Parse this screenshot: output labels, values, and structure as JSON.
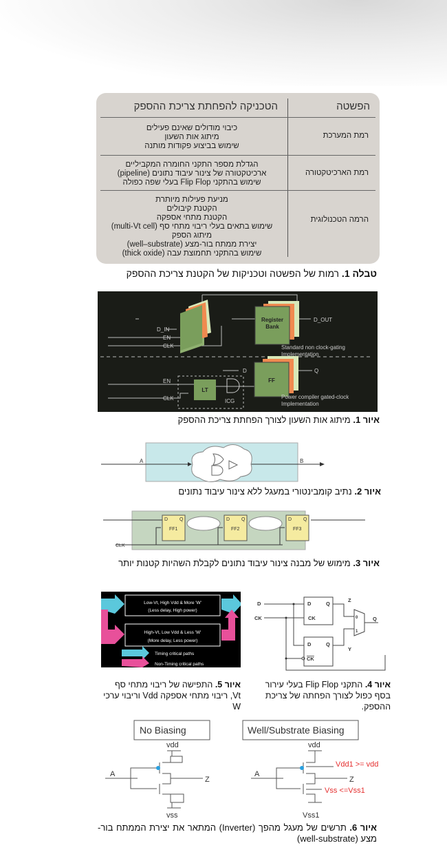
{
  "table": {
    "headers": {
      "level": "הפשטה",
      "technique": "הטכניקה להפחתת צריכת ההספק"
    },
    "rows": [
      {
        "level": "רמת המערכת",
        "techniques": [
          "כיבוי מודולים שאינם פעילים",
          "מיתוג אות השעון",
          "שימוש בביצוע פקודות מותנה"
        ]
      },
      {
        "level": "רמת הארכיטקטורה",
        "techniques": [
          "הגדלת מספר התקני החומרה המקביליים",
          "ארכיטקטורה של צינור עיבוד נתונים (pipeline)",
          "שימוש בהתקני Flip Flop בעלי שפה כפולה"
        ]
      },
      {
        "level": "הרמה הטכנולוגית",
        "techniques": [
          "מניעת פעילות מיותרת",
          "הקטנת קיבולים",
          "הקטנת מתחי אספקה",
          "שימוש בתאים בעלי ריבוי מתחי סף (multi-Vt cell)",
          "מיתוג הספק",
          "יצירת ממתח בור-מצע (well–substrate)",
          "שימוש בהתקני תחמוצת עבה (thick oxide)"
        ]
      }
    ],
    "caption_label": "טבלה 1.",
    "caption_text": " רמות של הפשטה וטכניקות של הקטנת צריכת ההספק"
  },
  "fig1": {
    "labels": {
      "din": "D_IN",
      "dout": "D_OUT",
      "en": "EN",
      "clk": "CLK",
      "reg1": "Register",
      "reg2": "Bank",
      "std1": "Standard non clock-gating",
      "std2": "Implementation",
      "d": "D",
      "q": "Q",
      "en2": "EN",
      "clk2": "CLK",
      "lt": "LT",
      "icg": "ICG",
      "ff": "FF",
      "pc1": "Power compiler gated-clock",
      "pc2": "Implementation"
    },
    "caption_label": "איור 1.",
    "caption_text": " מיתוג אות השעון לצורך הפחתת צריכת ההספק"
  },
  "fig2": {
    "labels": {
      "a": "A",
      "b": "B"
    },
    "caption_label": "איור 2.",
    "caption_text": " נתיב קומבינטורי במעגל ללא צינור עיבוד נתונים"
  },
  "fig3": {
    "labels": {
      "ff1": "FF1",
      "ff2": "FF2",
      "ff3": "FF3",
      "d": "D",
      "q": "Q",
      "clk": "CLK"
    },
    "caption_label": "איור 3.",
    "caption_text": " מימוש של מבנה צינור עיבוד נתונים לקבלת השהיות קטנות יותר"
  },
  "fig4": {
    "labels": {
      "d": "D",
      "ck": "CK",
      "q": "Q",
      "z": "Z",
      "y": "Y",
      "zero": "0",
      "one": "1",
      "ckbar": "CK"
    },
    "caption_label": "איור 4.",
    "caption_text": " התקני Flip Flop בעלי עירור בסף כפול לצורך הפחתה של צריכת ההספק."
  },
  "fig5": {
    "labels": {
      "box1a": "Low-Vt, High Vdd & More 'W'",
      "box1b": "(Less delay, High power)",
      "box2a": "High-Vt, Low Vdd & Less 'W'",
      "box2b": "(More delay, Less power)",
      "legend1": "Timing critical paths",
      "legend2": "Non-Timing critical paths"
    },
    "colors": {
      "cyan": "#5bc8dc",
      "pink": "#e8509a"
    },
    "caption_label": "איור 5.",
    "caption_text": " התפישה של ריבוי מתחי סף Vt, ריבוי מתחי אספקה Vdd וריבוי ערכי W"
  },
  "fig6": {
    "labels": {
      "nobias": "No Biasing",
      "wellbias": "Well/Substrate Biasing",
      "vdd": "vdd",
      "vss": "vss",
      "a": "A",
      "z": "Z",
      "vdd1": "Vdd1 >= vdd",
      "vssr": "Vss <=Vss1",
      "vss1": "Vss1"
    },
    "colors": {
      "red": "#e53030"
    },
    "caption_label": "איור 6.",
    "caption_text": " תרשים של מעגל מהפך (Inverter) המתאר את יצירת הממתח בור- מצע (well-substrate)"
  }
}
